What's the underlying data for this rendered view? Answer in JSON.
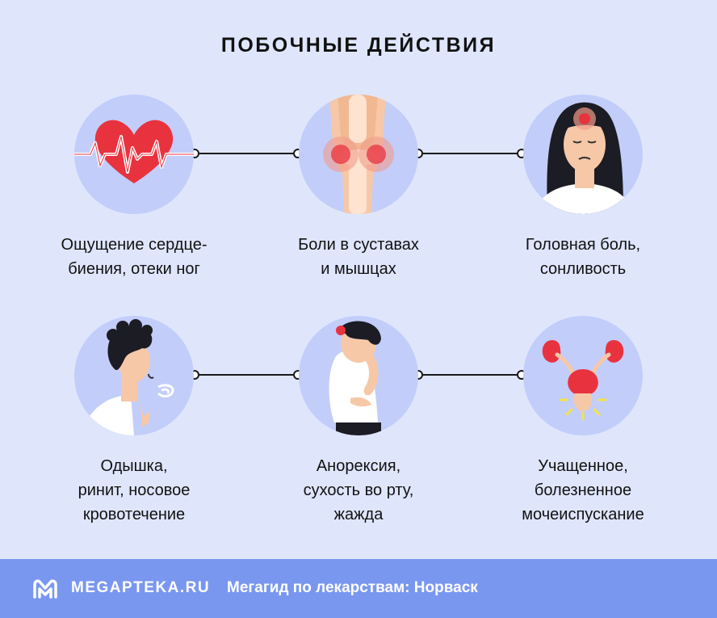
{
  "title": "ПОБОЧНЫЕ ДЕЙСТВИЯ",
  "items": [
    {
      "lines": [
        "Ощущение сердце-",
        "биения, отеки ног"
      ],
      "icon": "heart-pulse-icon"
    },
    {
      "lines": [
        "Боли в суставах",
        "и мышцах"
      ],
      "icon": "knee-joint-icon"
    },
    {
      "lines": [
        "Головная боль,",
        "сонливость"
      ],
      "icon": "headache-woman-icon"
    },
    {
      "lines": [
        "Одышка,",
        "ринит, носовое",
        "кровотечение"
      ],
      "icon": "breathing-man-icon"
    },
    {
      "lines": [
        "Анорексия,",
        "сухость во рту,",
        "жажда"
      ],
      "icon": "thirsty-woman-icon"
    },
    {
      "lines": [
        "Учащенное,",
        "болезненное",
        "мочеиспускание"
      ],
      "icon": "urinary-system-icon"
    }
  ],
  "footer": {
    "brand": "MEGAPTEKA.RU",
    "tagline": "Мегагид по лекарствам: Норваск"
  },
  "colors": {
    "background": "#dfe6fc",
    "circle": "#c2cdfa",
    "footer": "#7a97ef",
    "accent": "#e8333f"
  }
}
